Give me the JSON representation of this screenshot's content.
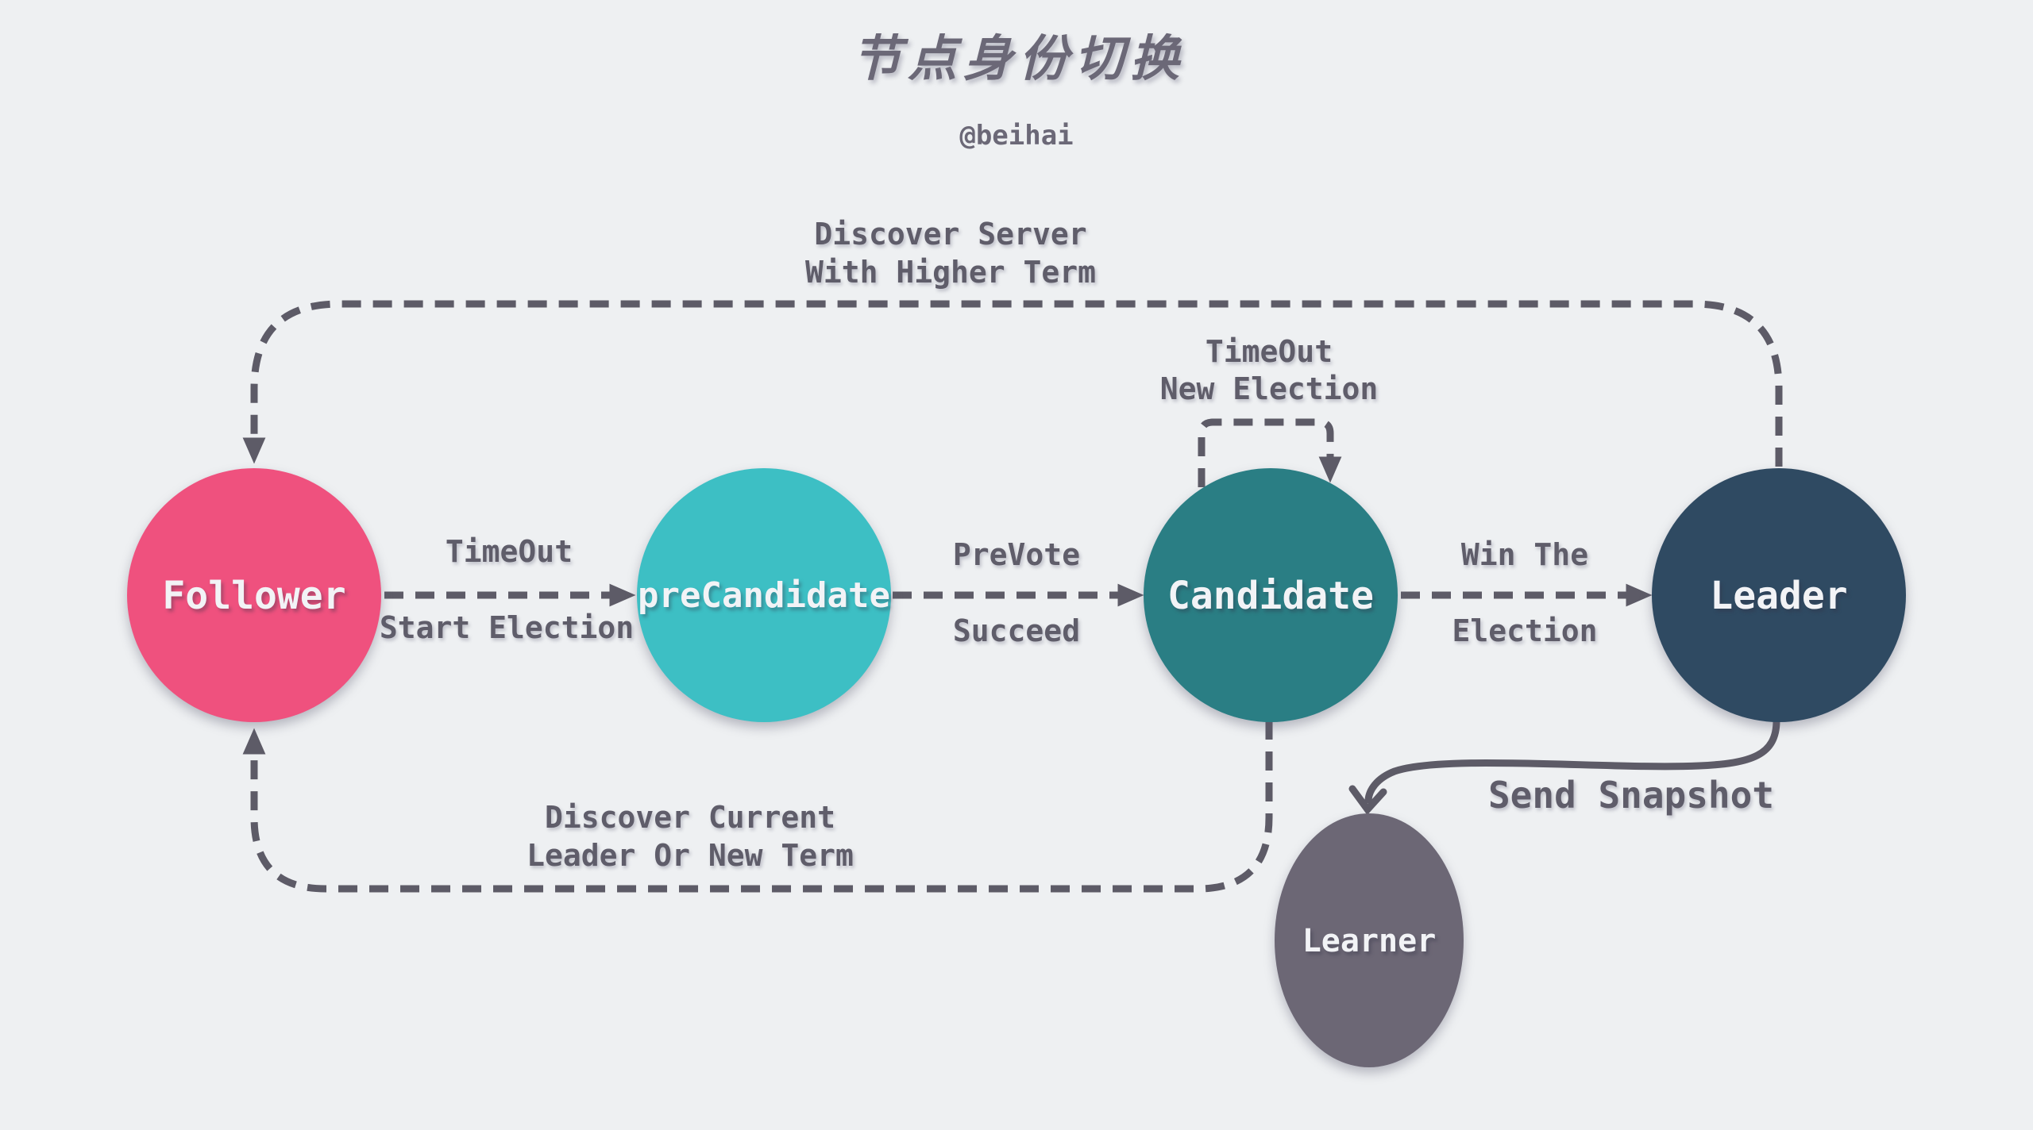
{
  "header": {
    "title": "节点身份切换",
    "subtitle": "@beihai"
  },
  "colors": {
    "background": "#eef0f2",
    "edge_stroke": "#5d5b67",
    "edge_label": "#5f5d6a",
    "title": "#6b6877",
    "node_text": "#f2f3f6"
  },
  "nodes": {
    "follower": {
      "label": "Follower",
      "color": "#ef517e"
    },
    "precandidate": {
      "label": "preCandidate",
      "color": "#3dbfc4"
    },
    "candidate": {
      "label": "Candidate",
      "color": "#2a7e84"
    },
    "leader": {
      "label": "Leader",
      "color": "#2f4a62"
    },
    "learner": {
      "label": "Learner",
      "color": "#6c6775"
    }
  },
  "edges": {
    "timeout_start_election": {
      "from": "Follower",
      "to": "preCandidate",
      "style": "dashed",
      "line1": "TimeOut",
      "line2": "Start Election"
    },
    "prevote_succeed": {
      "from": "preCandidate",
      "to": "Candidate",
      "style": "dashed",
      "line1": "PreVote",
      "line2": "Succeed"
    },
    "win_the_election": {
      "from": "Candidate",
      "to": "Leader",
      "style": "dashed",
      "line1": "Win The",
      "line2": "Election"
    },
    "timeout_new_election": {
      "from": "Candidate",
      "to": "Candidate",
      "style": "dashed",
      "line1": "TimeOut",
      "line2": "New Election"
    },
    "discover_server": {
      "from": "Leader",
      "to": "Follower",
      "style": "dashed",
      "line1": "Discover Server",
      "line2": "With Higher Term"
    },
    "discover_current": {
      "from": "Candidate",
      "to": "Follower",
      "style": "dashed",
      "line1": "Discover Current",
      "line2": "Leader Or New Term"
    },
    "send_snapshot": {
      "from": "Leader",
      "to": "Learner",
      "style": "solid",
      "label": "Send Snapshot",
      "label_color": "#fb4377"
    }
  }
}
